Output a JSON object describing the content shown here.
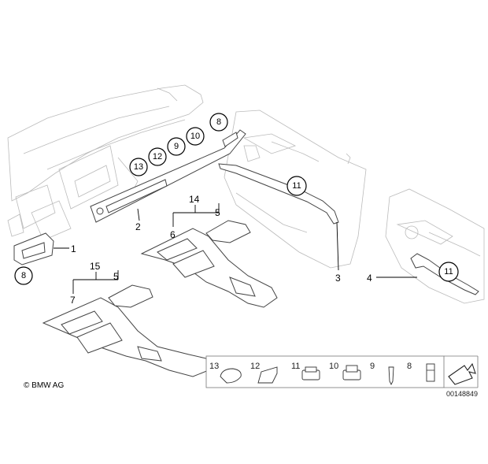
{
  "callouts": {
    "c1": "1",
    "c2": "2",
    "c3": "3",
    "c4": "4",
    "c5a": "5",
    "c5b": "5",
    "c6": "6",
    "c7": "7",
    "c14": "14",
    "c15": "15"
  },
  "circled": {
    "top_8": "8",
    "top_10": "10",
    "top_9": "9",
    "top_12": "12",
    "top_13": "13",
    "door_11": "11",
    "rear_11": "11",
    "left_8": "8"
  },
  "legend": [
    "13",
    "12",
    "11",
    "10",
    "9",
    "8"
  ],
  "brand": "© BMW AG",
  "diagram_id": "00148849"
}
